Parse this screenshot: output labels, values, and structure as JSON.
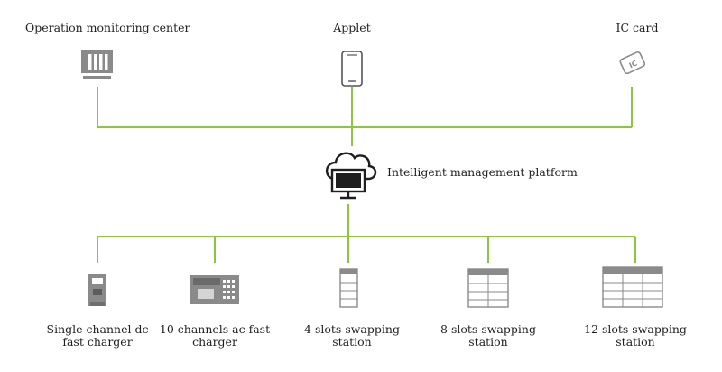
{
  "top_nodes": [
    {
      "label": "Operation monitoring center",
      "icon": "monitoring-screen-icon"
    },
    {
      "label": "Applet",
      "icon": "smartphone-icon"
    },
    {
      "label": "IC card",
      "icon": "ic-card-icon"
    }
  ],
  "hub": {
    "label": "Intelligent management platform",
    "icon": "cloud-computer-icon"
  },
  "bottom_nodes": [
    {
      "label_line1": "Single channel dc",
      "label_line2": "fast charger",
      "icon": "dc-charger-icon"
    },
    {
      "label_line1": "10 channels ac fast",
      "label_line2": "charger",
      "icon": "ac-charger-icon"
    },
    {
      "label_line1": "4 slots swapping",
      "label_line2": "station",
      "icon": "swap-station-4-icon"
    },
    {
      "label_line1": "8 slots swapping",
      "label_line2": "station",
      "icon": "swap-station-8-icon"
    },
    {
      "label_line1": "12 slots swapping",
      "label_line2": "station",
      "icon": "swap-station-12-icon"
    }
  ],
  "colors": {
    "connector": "#8cc63f",
    "icon_gray": "#8a8a8a",
    "icon_dark": "#1e1e1e"
  }
}
